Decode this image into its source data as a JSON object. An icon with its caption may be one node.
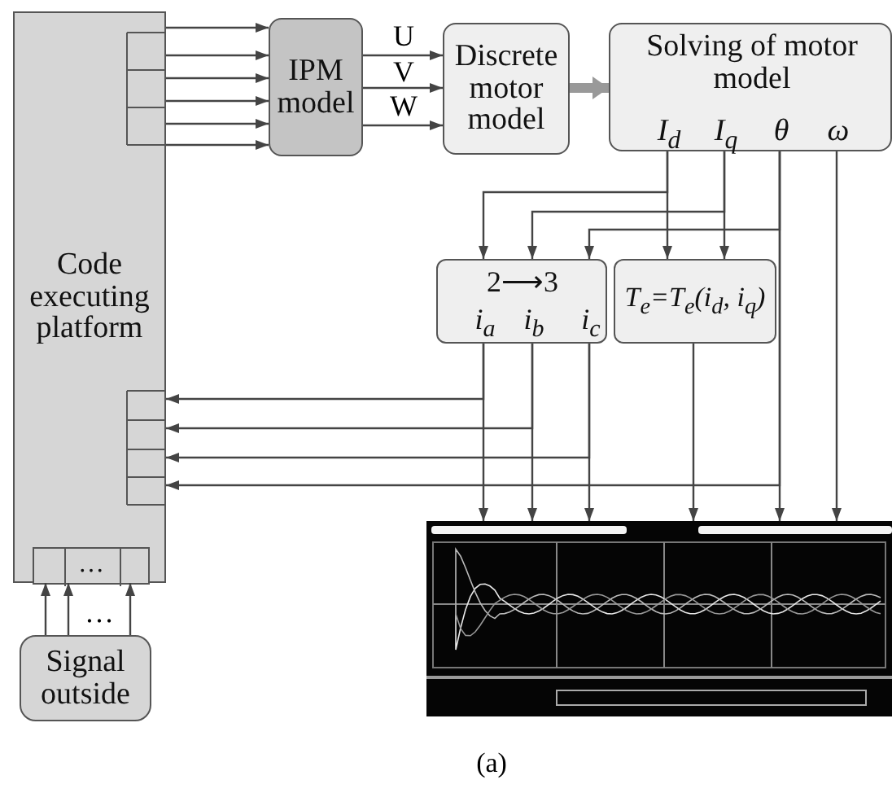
{
  "diagram": {
    "caption": "(a)",
    "nodes": [
      {
        "text": [
          "Code executing platform"
        ]
      },
      {
        "text": [
          "…"
        ],
        "in": 0
      },
      {
        "text": [
          "IPM model"
        ]
      },
      {
        "text": [
          "Discrete motor model"
        ]
      },
      {
        "text": [
          "Solving of motor model",
          "I$_{d}$",
          "I$_{q}$",
          "θ",
          "ω"
        ]
      },
      {
        "text": [
          "2⟶3",
          "i$_{a}$",
          "i$_{b}$",
          "i$_{c}$"
        ]
      },
      {
        "text": [
          "T$_{e}$=T$_{e}$(i$_{d}$, i$_{q}$)"
        ]
      },
      {
        "text": [],
        "shape": "picture"
      },
      {
        "text": [
          "Signal outside"
        ]
      }
    ],
    "edges": [
      {
        "from": 0,
        "to": 2,
        "arrow": "to"
      },
      {
        "from": 0,
        "to": 2,
        "arrow": "to"
      },
      {
        "from": 0,
        "to": 2,
        "arrow": "to"
      },
      {
        "from": 0,
        "to": 2,
        "arrow": "to"
      },
      {
        "from": 0,
        "to": 2,
        "arrow": "to"
      },
      {
        "from": 0,
        "to": 2,
        "arrow": "to"
      },
      {
        "from": 2,
        "to": 3,
        "arrow": "to",
        "label": "U"
      },
      {
        "from": 2,
        "to": 3,
        "arrow": "to",
        "label": "V"
      },
      {
        "from": 2,
        "to": 3,
        "arrow": "to",
        "label": "W"
      },
      {
        "from": 3,
        "to": 4,
        "arrow": "to",
        "style": "thick"
      },
      {
        "from": 4,
        "to": 5,
        "arrow": "to"
      },
      {
        "from": 4,
        "to": 6,
        "arrow": "to"
      },
      {
        "from": 4,
        "to": 5,
        "arrow": "to"
      },
      {
        "from": 4,
        "to": 6,
        "arrow": "to"
      },
      {
        "from": 4,
        "to": 5,
        "arrow": "to"
      },
      {
        "from": 4,
        "to": 7,
        "arrow": "to"
      },
      {
        "from": 4,
        "to": 0,
        "arrow": "to"
      },
      {
        "from": 4,
        "to": 7,
        "arrow": "to"
      },
      {
        "from": 5,
        "to": 7,
        "arrow": "to"
      },
      {
        "from": 5,
        "to": 0,
        "arrow": "to"
      },
      {
        "from": 5,
        "to": 7,
        "arrow": "to"
      },
      {
        "from": 5,
        "to": 0,
        "arrow": "to"
      },
      {
        "from": 5,
        "to": 7,
        "arrow": "to"
      },
      {
        "from": 5,
        "to": 0,
        "arrow": "to"
      },
      {
        "from": 6,
        "to": 7,
        "arrow": "to"
      },
      {
        "from": 8,
        "to": 1,
        "arrow": "to"
      },
      {
        "from": 8,
        "to": 1,
        "arrow": "to"
      },
      {
        "from": 8,
        "to": 1,
        "arrow": "to"
      }
    ],
    "labels": [
      "…"
    ]
  }
}
